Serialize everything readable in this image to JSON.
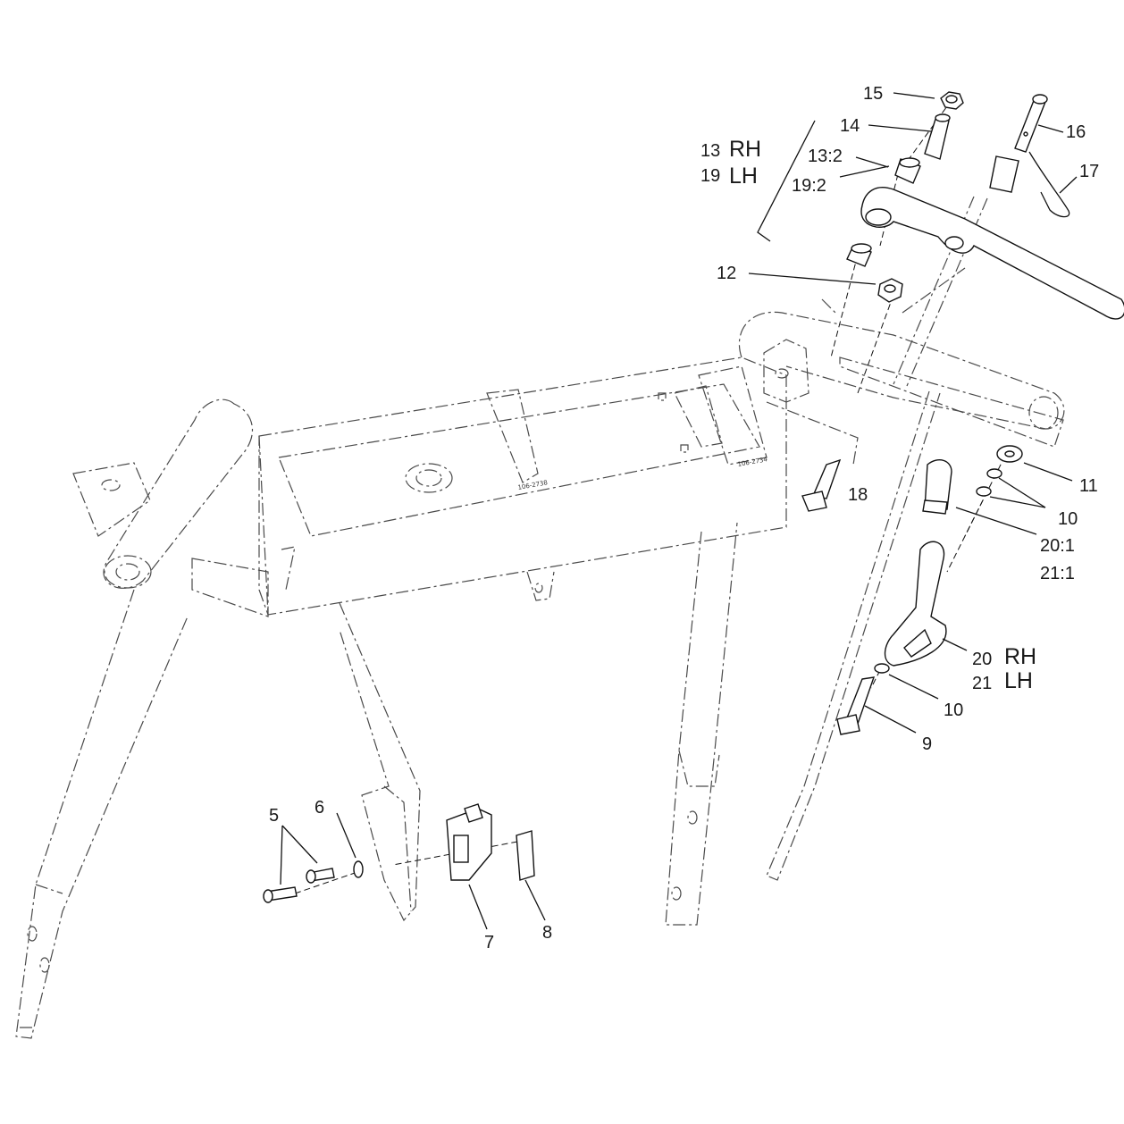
{
  "callouts": [
    {
      "id": "c15",
      "text": "15"
    },
    {
      "id": "c14",
      "text": "14"
    },
    {
      "id": "c16",
      "text": "16"
    },
    {
      "id": "c17",
      "text": "17"
    },
    {
      "id": "c13n",
      "text": "13"
    },
    {
      "id": "c13s",
      "text": "RH"
    },
    {
      "id": "c19n",
      "text": "19"
    },
    {
      "id": "c19s",
      "text": "LH"
    },
    {
      "id": "c132",
      "text": "13:2"
    },
    {
      "id": "c192",
      "text": "19:2"
    },
    {
      "id": "c12",
      "text": "12"
    },
    {
      "id": "c11",
      "text": "11"
    },
    {
      "id": "c18",
      "text": "18"
    },
    {
      "id": "c10a",
      "text": "10"
    },
    {
      "id": "c201",
      "text": "20:1"
    },
    {
      "id": "c211",
      "text": "21:1"
    },
    {
      "id": "c20n",
      "text": "20"
    },
    {
      "id": "c20s",
      "text": "RH"
    },
    {
      "id": "c21n",
      "text": "21"
    },
    {
      "id": "c21s",
      "text": "LH"
    },
    {
      "id": "c10b",
      "text": "10"
    },
    {
      "id": "c9",
      "text": "9"
    },
    {
      "id": "c5",
      "text": "5"
    },
    {
      "id": "c6",
      "text": "6"
    },
    {
      "id": "c7",
      "text": "7"
    },
    {
      "id": "c8",
      "text": "8"
    }
  ],
  "decal_labels": {
    "decal_center": "106-2738",
    "decal_right": "106-2734"
  }
}
